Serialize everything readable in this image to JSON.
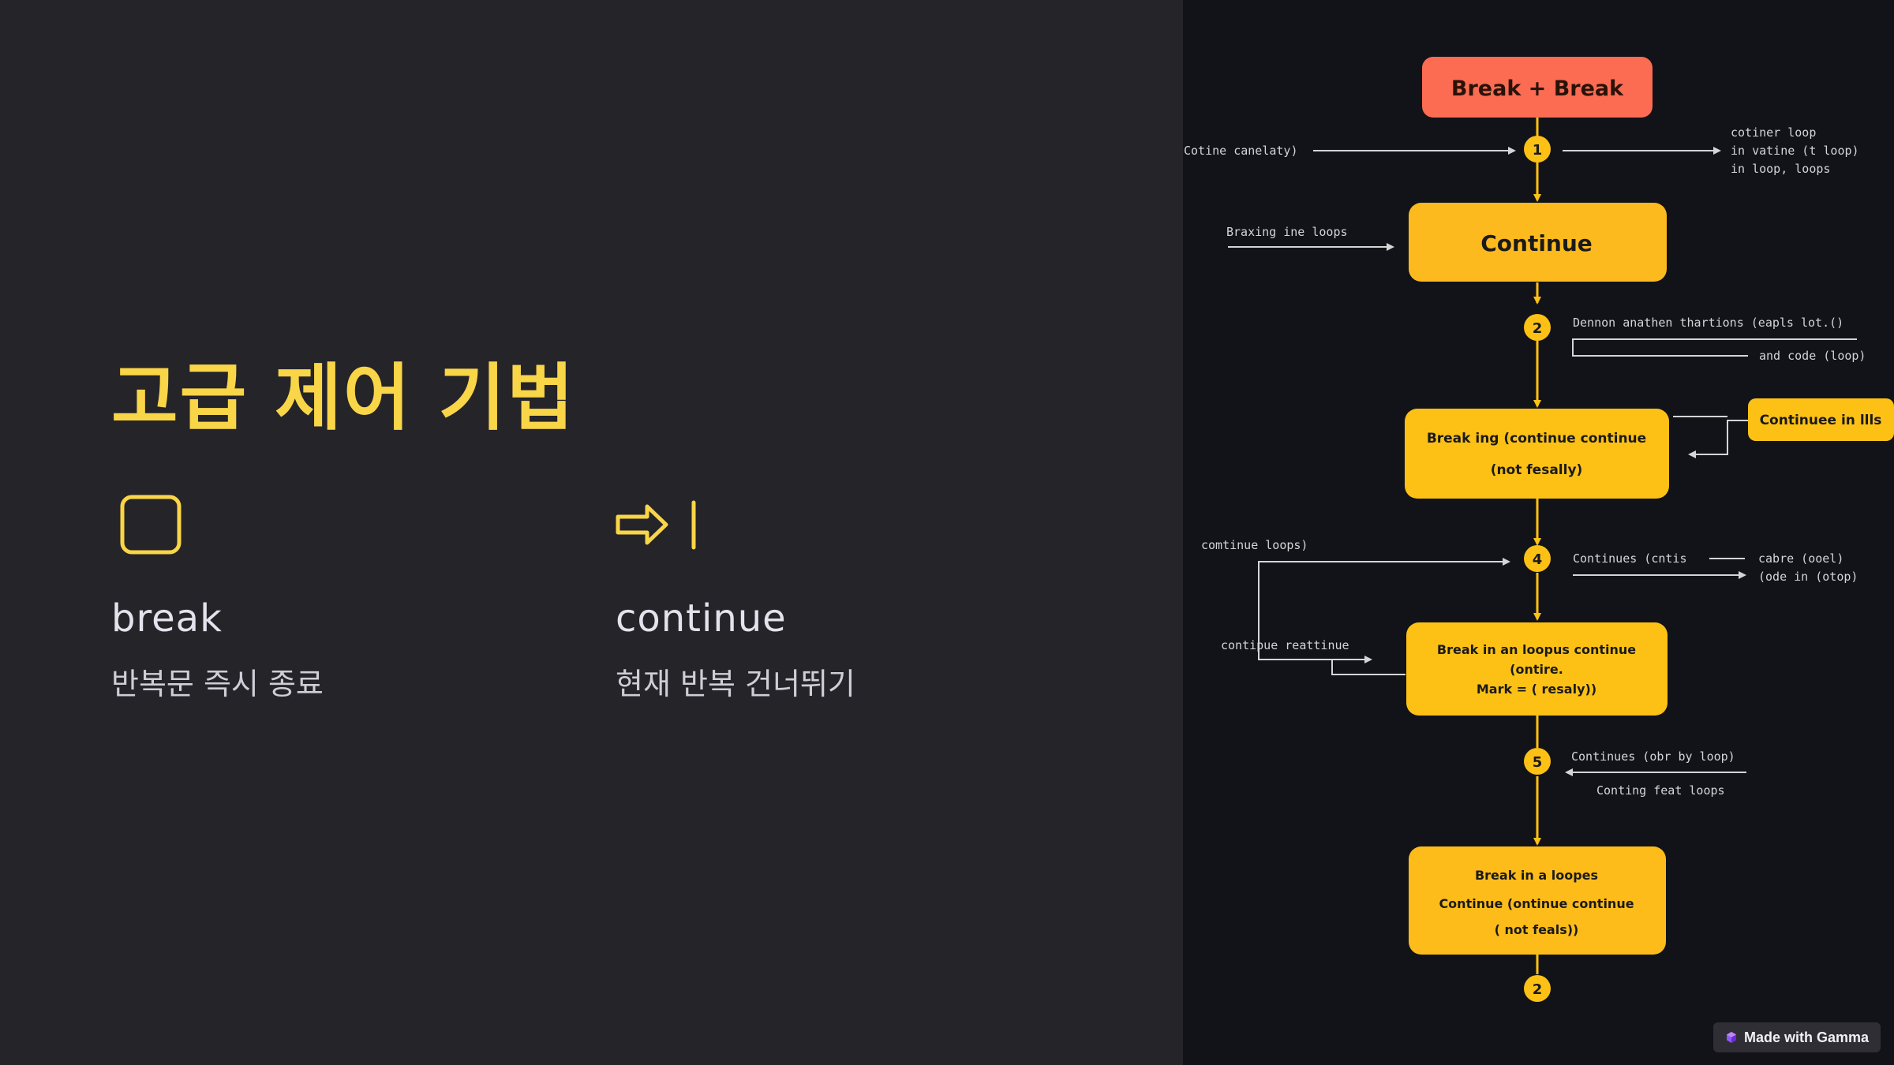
{
  "slide": {
    "title": "고급 제어 기법",
    "items": [
      {
        "name": "break",
        "desc": "반복문 즉시 종료",
        "icon": "square-icon"
      },
      {
        "name": "continue",
        "desc": "현재 반복 건너뛰기",
        "icon": "arrow-to-bar-icon"
      }
    ],
    "accent": "#f9d548"
  },
  "flowchart": {
    "top_box": "Break + Break",
    "box_continue": "Continue",
    "box3": {
      "line1": "Break ing (continue continue",
      "line2": "(not fesally)"
    },
    "box4": {
      "line1": "Break in an loopus continue",
      "line2": "(ontire.",
      "line3": "Mark = ( resaly))"
    },
    "box5": {
      "line1": "Break in a loopes",
      "line2": "Continue (ontinue continue",
      "line3": "( not feals))"
    },
    "side_box": "Continuee in llls",
    "steps": [
      "1",
      "2",
      "4",
      "5",
      "2"
    ],
    "notes": {
      "n1": "Cotine canelaty)",
      "n2a": "cotiner loop",
      "n2b": "in vatine (t loop)",
      "n2c": "in loop, loops",
      "n3": "Braxing ine loops",
      "n4": "Dennon anathen thartions (eapls lot.()",
      "n5": "and code (loop)",
      "n6": "comtinue loops)",
      "n7": "Continues (cntis",
      "n8a": "cabre (ooel)",
      "n8b": "(ode in (otop)",
      "n9": "contipue reattinue",
      "n10": "Continues (obr by loop)",
      "n11": "Conting feat loops"
    },
    "colors": {
      "red": "#fb6c52",
      "orange": "#fdba1e",
      "yellow": "#fdc116",
      "line": "#d5d5d8"
    }
  },
  "badge": {
    "label": "Made with Gamma",
    "icon": "gamma-gem-icon"
  }
}
